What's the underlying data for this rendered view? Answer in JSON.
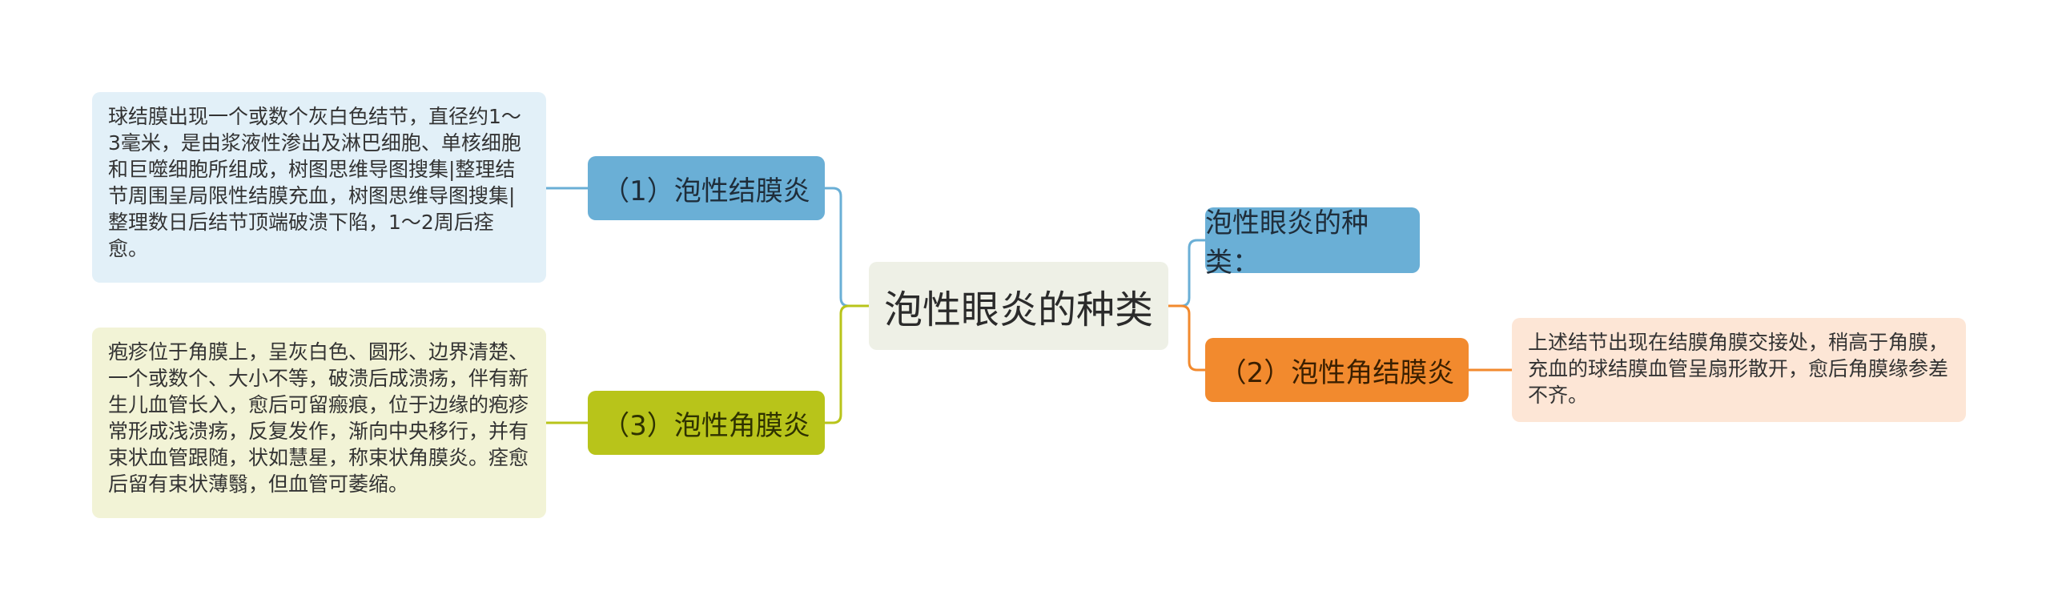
{
  "root": {
    "label": "泡性眼炎的种类"
  },
  "branches": {
    "conjunctivitis": {
      "label": "（1）泡性结膜炎",
      "note": "球结膜出现一个或数个灰白色结节，直径约1～3毫米，是由浆液性渗出及淋巴细胞、单核细胞和巨噬细胞所组成，树图思维导图搜集|整理结节周围呈局限性结膜充血，树图思维导图搜集|整理数日后结节顶端破溃下陷，1～2周后痊愈。"
    },
    "keratitis": {
      "label": "（3）泡性角膜炎",
      "note": "疱疹位于角膜上，呈灰白色、圆形、边界清楚、一个或数个、大小不等，破溃后成溃疡，伴有新生儿血管长入，愈后可留瘢痕，位于边缘的疱疹常形成浅溃疡，反复发作，渐向中央移行，并有束状血管跟随，状如慧星，称束状角膜炎。痊愈后留有束状薄翳，但血管可萎缩。"
    },
    "types": {
      "label": "泡性眼炎的种类："
    },
    "keratoconjunctivitis": {
      "label": "（2）泡性角结膜炎",
      "note": "上述结节出现在结膜角膜交接处，稍高于角膜，充血的球结膜血管呈扇形散开，愈后角膜缘参差不齐。"
    }
  },
  "colors": {
    "blue": "#6aafd6",
    "olive": "#b8c41a",
    "orange": "#f28a2e",
    "root_bg": "#eef0e6"
  }
}
